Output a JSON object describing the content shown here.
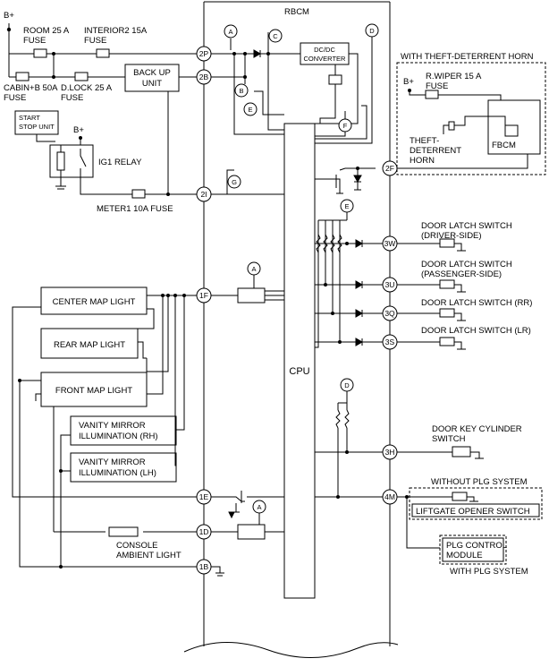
{
  "module": {
    "title": "RBCM",
    "cpu_label": "CPU"
  },
  "supply": {
    "b_plus": "B+",
    "room_fuse": [
      "ROOM 25 A",
      "FUSE"
    ],
    "interior_fuse": [
      "INTERIOR2 15A",
      "FUSE"
    ],
    "cabin_fuse": [
      "CABIN+B 50A",
      "FUSE"
    ],
    "dlock_fuse": [
      "D.LOCK 25 A",
      "FUSE"
    ],
    "backup_unit": [
      "BACK UP",
      "UNIT"
    ],
    "dcdc": [
      "DC/DC",
      "CONVERTER"
    ],
    "start_stop": [
      "START",
      "STOP UNIT"
    ],
    "ig1_relay": "IG1 RELAY",
    "meter_fuse": "METER1 10A FUSE"
  },
  "theft": {
    "group_title": "WITH THEFT-DETERRENT HORN",
    "wiper_fuse": [
      "R.WIPER 15 A",
      "FUSE"
    ],
    "horn": [
      "THEFT-",
      "DETERRENT",
      "HORN"
    ],
    "fbcm": "FBCM"
  },
  "loads": {
    "center_map": "CENTER MAP LIGHT",
    "rear_map": "REAR MAP LIGHT",
    "front_map": "FRONT MAP LIGHT",
    "vanity_rh": [
      "VANITY MIRROR",
      "ILLUMINATION (RH)"
    ],
    "vanity_lh": [
      "VANITY MIRROR",
      "ILLUMINATION (LH)"
    ],
    "console": [
      "CONSOLE",
      "AMBIENT LIGHT"
    ]
  },
  "switches": {
    "driver": [
      "DOOR LATCH SWITCH",
      "(DRIVER-SIDE)"
    ],
    "passenger": [
      "DOOR LATCH SWITCH",
      "(PASSENGER-SIDE)"
    ],
    "rr": "DOOR LATCH SWITCH (RR)",
    "lr": "DOOR LATCH SWITCH (LR)",
    "key_cyl": [
      "DOOR KEY CYLINDER",
      "SWITCH"
    ],
    "without_plg": "WITHOUT PLG SYSTEM",
    "liftgate": "LIFTGATE OPENER SWITCH",
    "plg_module": [
      "PLG CONTROL",
      "MODULE"
    ],
    "with_plg": "WITH PLG SYSTEM"
  },
  "terminals": {
    "t2P": "2P",
    "t2B": "2B",
    "t2I": "2I",
    "t1F": "1F",
    "t1E": "1E",
    "t1D": "1D",
    "t1B": "1B",
    "t2F": "2F",
    "t3W": "3W",
    "t3U": "3U",
    "t3Q": "3Q",
    "t3S": "3S",
    "t3H": "3H",
    "t4M": "4M"
  },
  "refs": {
    "a": "A",
    "b": "B",
    "c": "C",
    "d": "D",
    "e": "E",
    "f": "F",
    "g": "G"
  }
}
